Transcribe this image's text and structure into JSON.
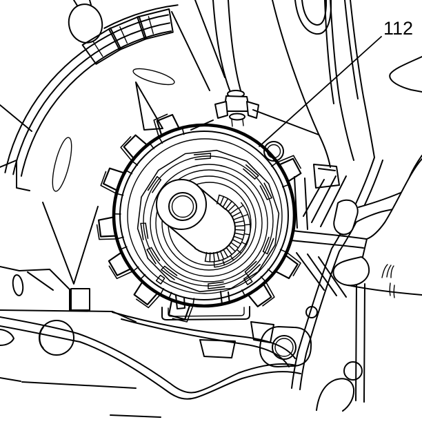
{
  "figure": {
    "description": "Service-manual line illustration: hand holding transmission case with clutch drum and splined input shaft facing viewer",
    "background_color": "#ffffff",
    "line_color": "#000000",
    "callout": {
      "label": "112",
      "points_to": "clutch drum assembly"
    }
  }
}
